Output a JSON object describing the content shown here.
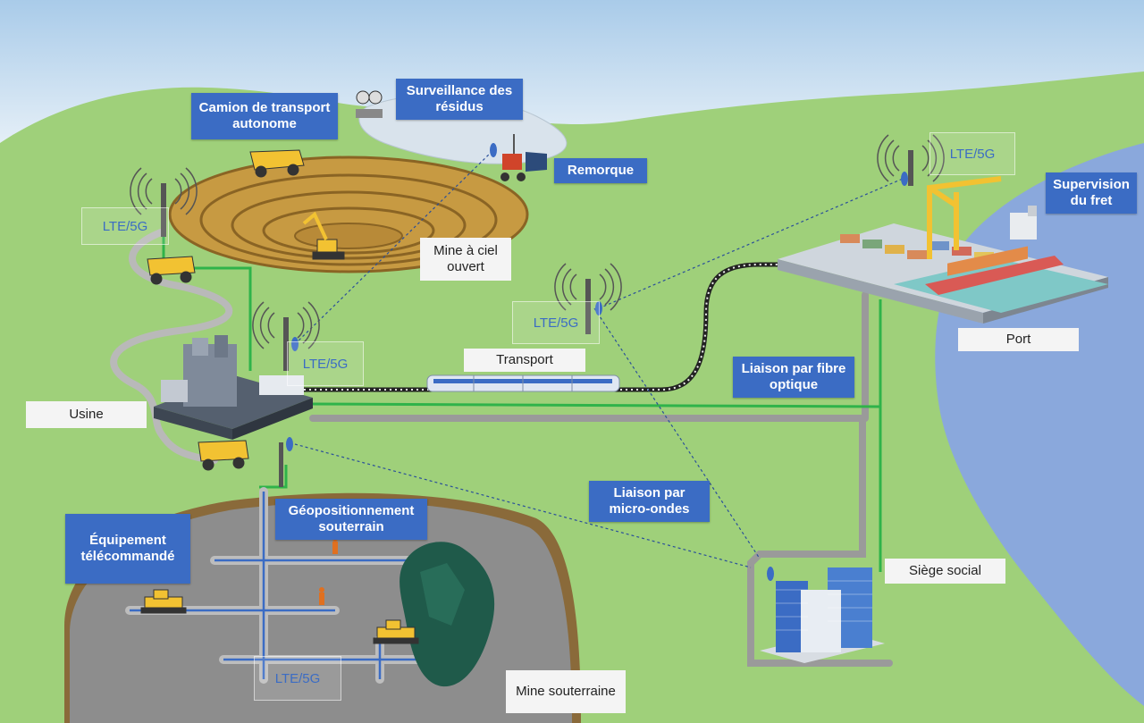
{
  "labels": {
    "camion": "Camion de transport autonome",
    "surveillance": "Surveillance des résidus",
    "remorque": "Remorque",
    "supervision": "Supervision du fret",
    "mine_ciel": "Mine à ciel ouvert",
    "transport": "Transport",
    "usine": "Usine",
    "port": "Port",
    "liaison_fibre": "Liaison par fibre optique",
    "liaison_micro": "Liaison par micro-ondes",
    "geopositionnement": "Géopositionnement souterrain",
    "equipement": "Équipement télécommandé",
    "siege": "Siège social",
    "mine_souterraine": "Mine souterraine"
  },
  "lte_labels": [
    "LTE/5G",
    "LTE/5G",
    "LTE/5G",
    "LTE/5G",
    "LTE/5G"
  ],
  "colors": {
    "sky": "#b9d6ee",
    "grass": "#9fd07a",
    "sea": "#8aa8dc",
    "label_blue": "#3b6cc4",
    "fiber_green": "#2fb34a",
    "road_gray": "#8f8f8f",
    "microwave_dots": "#2a4f9a",
    "underground_gray": "#8d8d8d",
    "ore_green": "#1f5a4a"
  },
  "icons": [
    "cell-tower-icon",
    "mining-truck-icon",
    "excavator-icon",
    "bulldozer-icon",
    "worker-icon",
    "train-icon",
    "factory-icon",
    "office-buildings-icon",
    "cargo-ship-icon",
    "crane-icon",
    "trailer-icon",
    "satellite-dish-icon",
    "gauge-icon"
  ]
}
